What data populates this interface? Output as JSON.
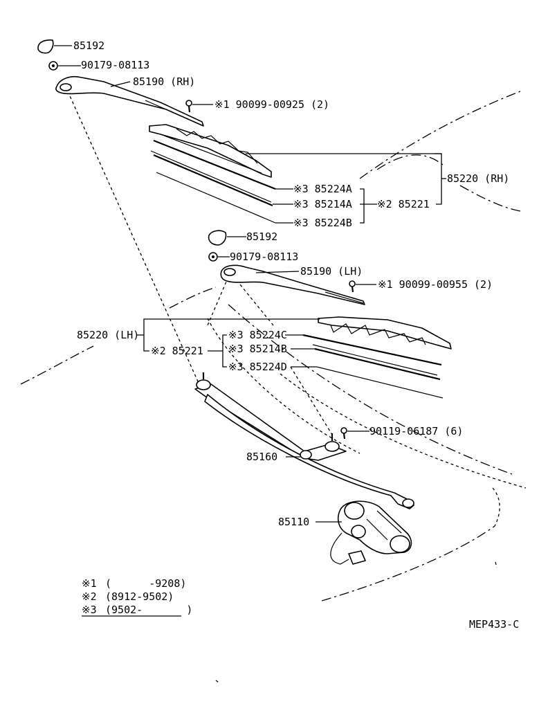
{
  "labels": {
    "cap_top": "85192",
    "nut_top": "90179-08113",
    "arm_rh": "85190 (RH)",
    "screw_rh": "※1  90099-00925 (2)",
    "blade_rh_a": "※3  85224A",
    "blade_rh_b": "※3  85214A",
    "blade_rh_c": "※3  85224B",
    "sub_rh": "※2  85221",
    "assy_rh": "85220 (RH)",
    "cap_mid": "85192",
    "nut_mid": "90179-08113",
    "arm_lh": "85190 (LH)",
    "screw_lh": "※1  90099-00955 (2)",
    "assy_lh": "85220 (LH)",
    "sub_lh": "※2  85221",
    "blade_lh_a": "※3  85224C",
    "blade_lh_b": "※3  85214B",
    "blade_lh_c": "※3  85224D",
    "bolt": "90119-06187 (6)",
    "link": "85160",
    "motor": "85110",
    "code": "MEP433-C"
  },
  "notes": [
    {
      "mark": "※1",
      "range": "(      -9208)"
    },
    {
      "mark": "※2",
      "range": "(8912-9502)"
    },
    {
      "mark": "※3",
      "range": "(9502-       )"
    }
  ]
}
